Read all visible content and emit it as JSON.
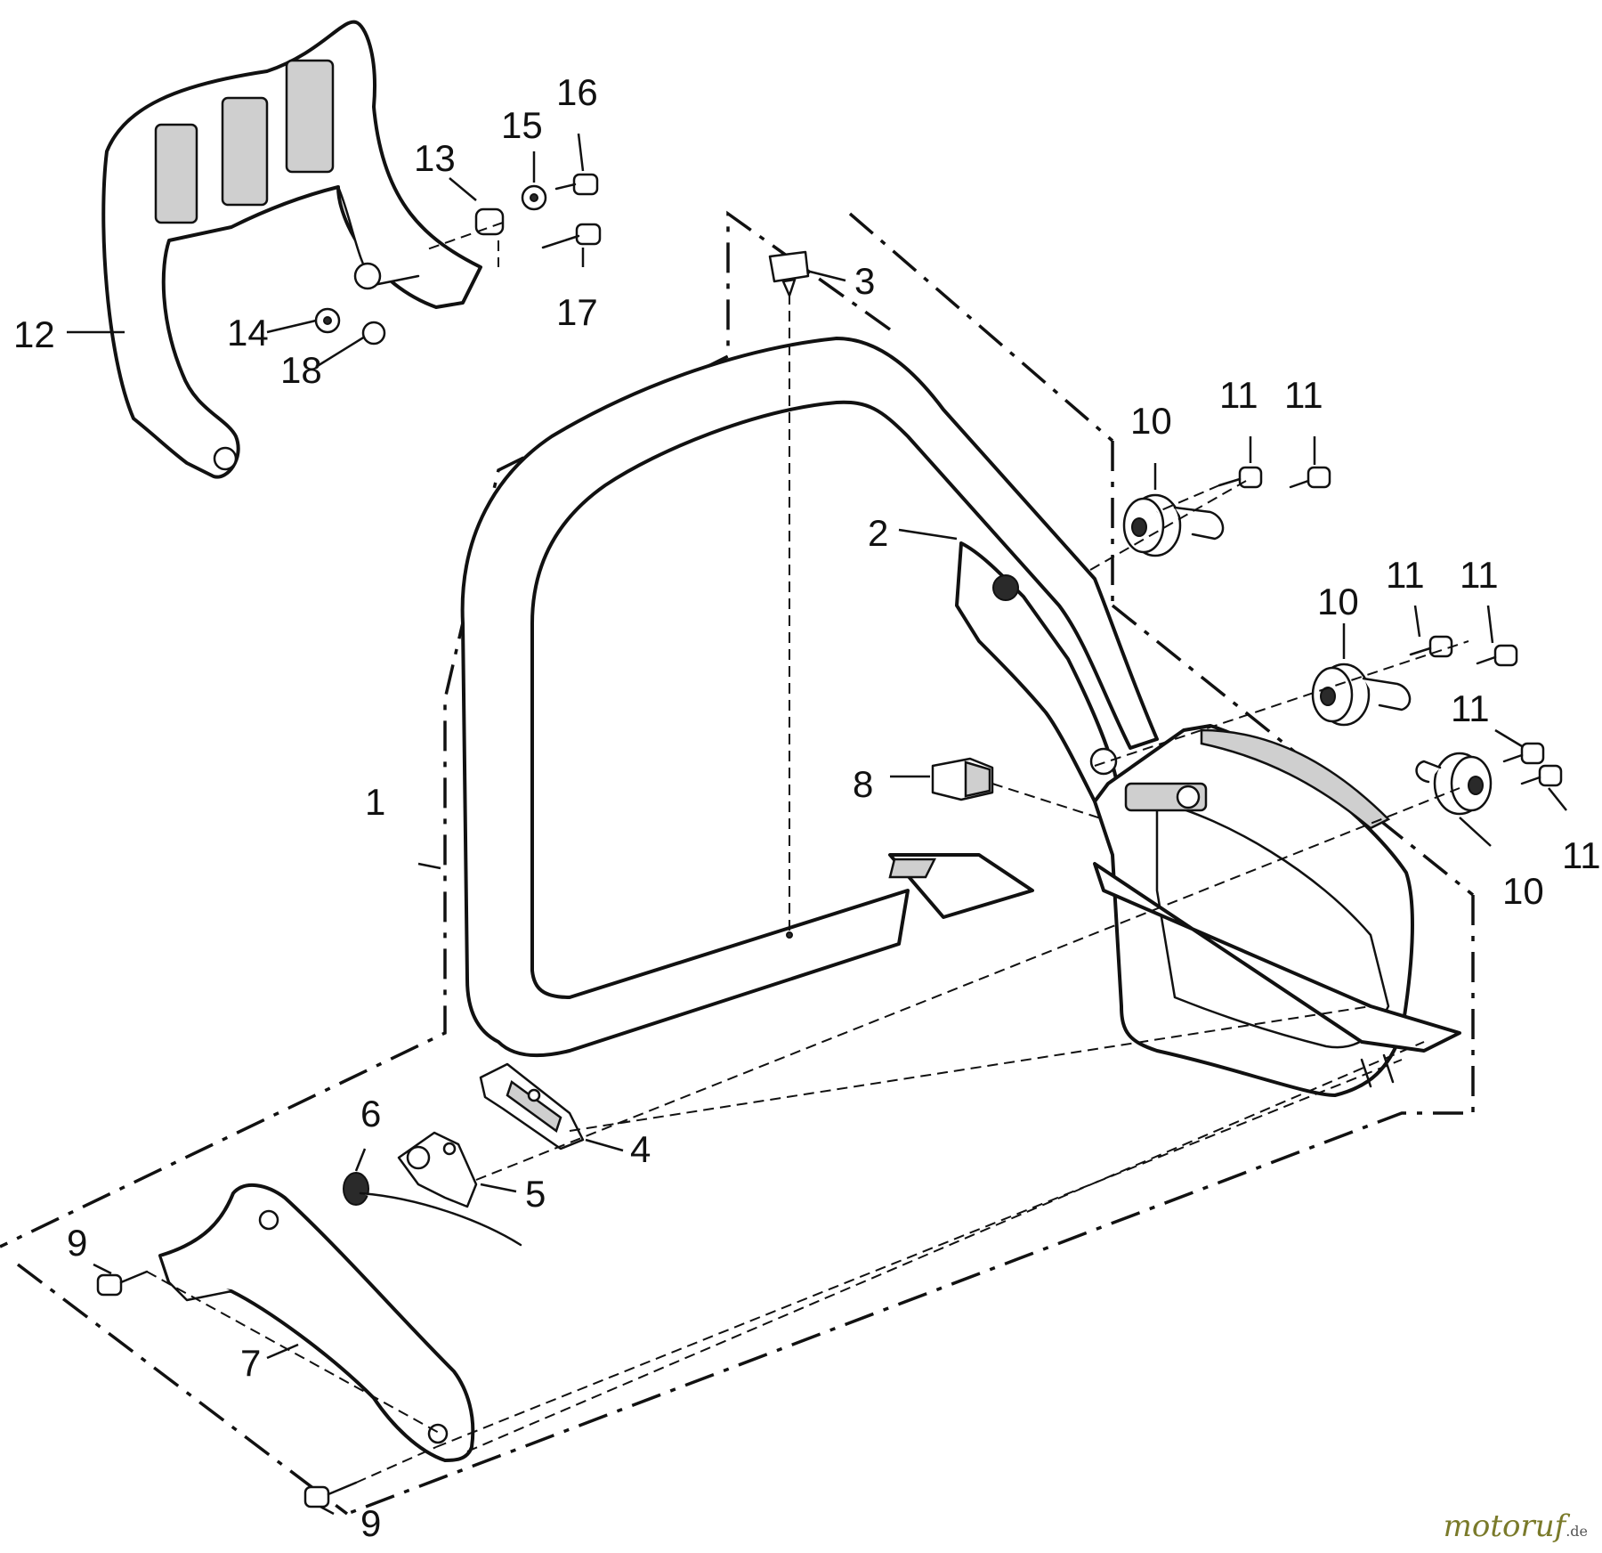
{
  "callouts": [
    "1",
    "2",
    "3",
    "4",
    "5",
    "6",
    "7",
    "8",
    "9",
    "9",
    "10",
    "10",
    "10",
    "11",
    "11",
    "11",
    "11",
    "11",
    "11",
    "12",
    "13",
    "14",
    "15",
    "16",
    "17",
    "18"
  ],
  "watermark": {
    "name": "motoruf",
    "tld": ".de"
  }
}
